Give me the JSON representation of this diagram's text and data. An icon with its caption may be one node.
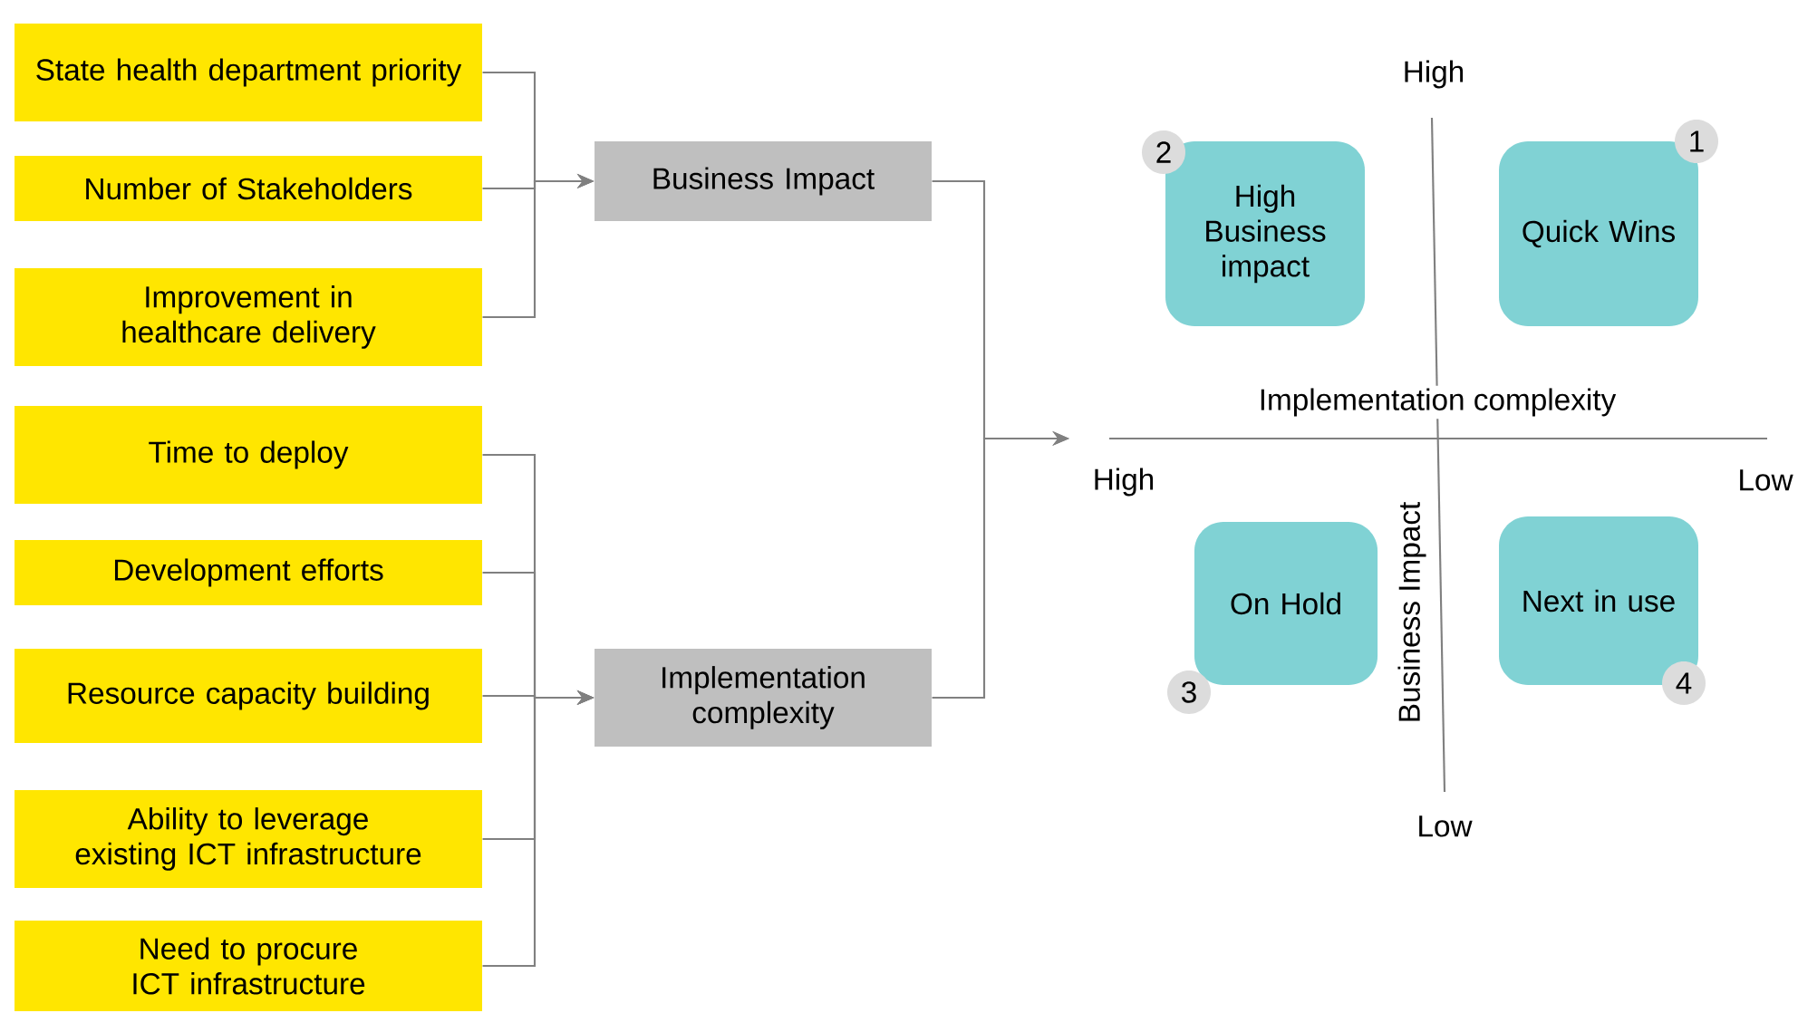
{
  "diagram": {
    "nodes": [
      {
        "text": [
          "State health department priority"
        ]
      },
      {
        "text": [
          "Number of Stakeholders"
        ]
      },
      {
        "text": [
          "Improvement in healthcare delivery"
        ]
      },
      {
        "text": [
          "Time to deploy"
        ]
      },
      {
        "text": [
          "Development efforts"
        ]
      },
      {
        "text": [
          "Resource capacity building"
        ]
      },
      {
        "text": [
          "Ability to leverage existing ICT infrastructure"
        ]
      },
      {
        "text": [
          "Need to procure ICT infrastructure"
        ]
      },
      {
        "text": [
          "Business Impact"
        ]
      },
      {
        "text": [
          "Implementation complexity"
        ]
      },
      {
        "text": [
          "High Business impact"
        ],
        "beside": [
          "2"
        ]
      },
      {
        "text": [
          "Quick Wins"
        ],
        "beside": [
          "1"
        ]
      },
      {
        "text": [
          "On Hold"
        ],
        "beside": [
          "3"
        ]
      },
      {
        "text": [
          "Next in use"
        ],
        "beside": [
          "4"
        ]
      }
    ],
    "edges": [
      {
        "from": 0,
        "to": 8,
        "arrow": "to"
      },
      {
        "from": 1,
        "to": 8,
        "arrow": "to"
      },
      {
        "from": 2,
        "to": 8,
        "arrow": "to"
      },
      {
        "from": 3,
        "to": 9,
        "arrow": "to"
      },
      {
        "from": 4,
        "to": 9,
        "arrow": "to"
      },
      {
        "from": 5,
        "to": 9,
        "arrow": "to"
      },
      {
        "from": 6,
        "to": 9,
        "arrow": "to"
      },
      {
        "from": 7,
        "to": 9,
        "arrow": "to"
      },
      {
        "from": 8,
        "to": null,
        "arrow": "to"
      },
      {
        "from": 9,
        "to": null,
        "arrow": "to"
      }
    ],
    "labels": [
      "High",
      "Implementation complexity",
      "High",
      "Low",
      "Business Impact",
      "Low"
    ]
  }
}
